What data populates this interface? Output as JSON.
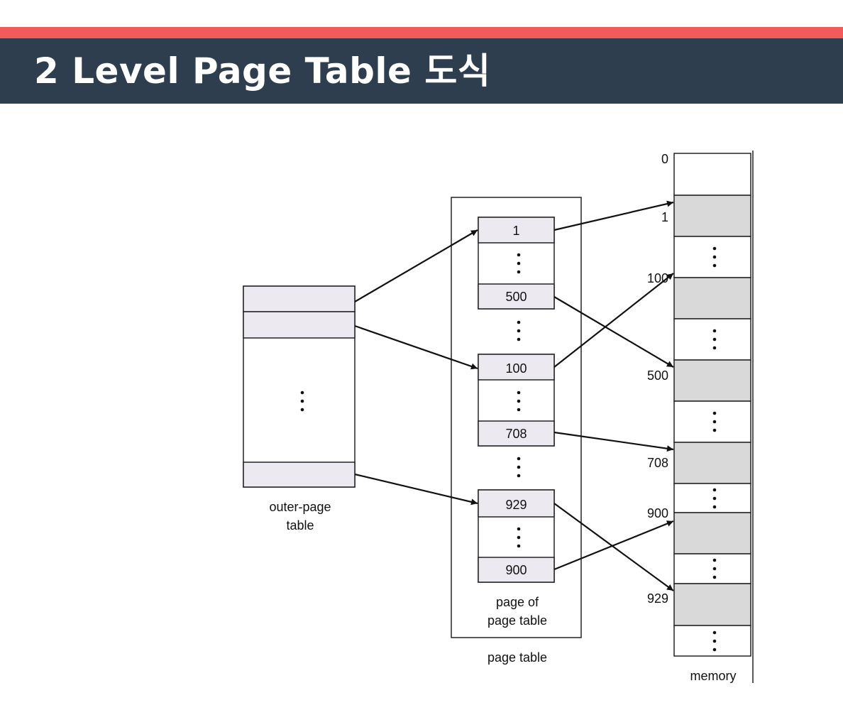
{
  "slide": {
    "title": "2 Level Page Table 도식"
  },
  "colors": {
    "accent": "#f25b5b",
    "title_bar": "#2e3e4e",
    "entry_fill": "#ece9f0",
    "memory_frame_fill": "#d9d9d9"
  },
  "outer_table": {
    "caption_line1": "outer-page",
    "caption_line2": "table"
  },
  "page_table": {
    "inner_caption_line1": "page of",
    "inner_caption_line2": "page table",
    "caption": "page table",
    "entries": [
      "1",
      "500",
      "100",
      "708",
      "929",
      "900"
    ]
  },
  "memory": {
    "caption": "memory",
    "address_labels": [
      "0",
      "1",
      "100",
      "500",
      "708",
      "900",
      "929"
    ]
  },
  "ellipsis_icon": "vertical-ellipsis"
}
